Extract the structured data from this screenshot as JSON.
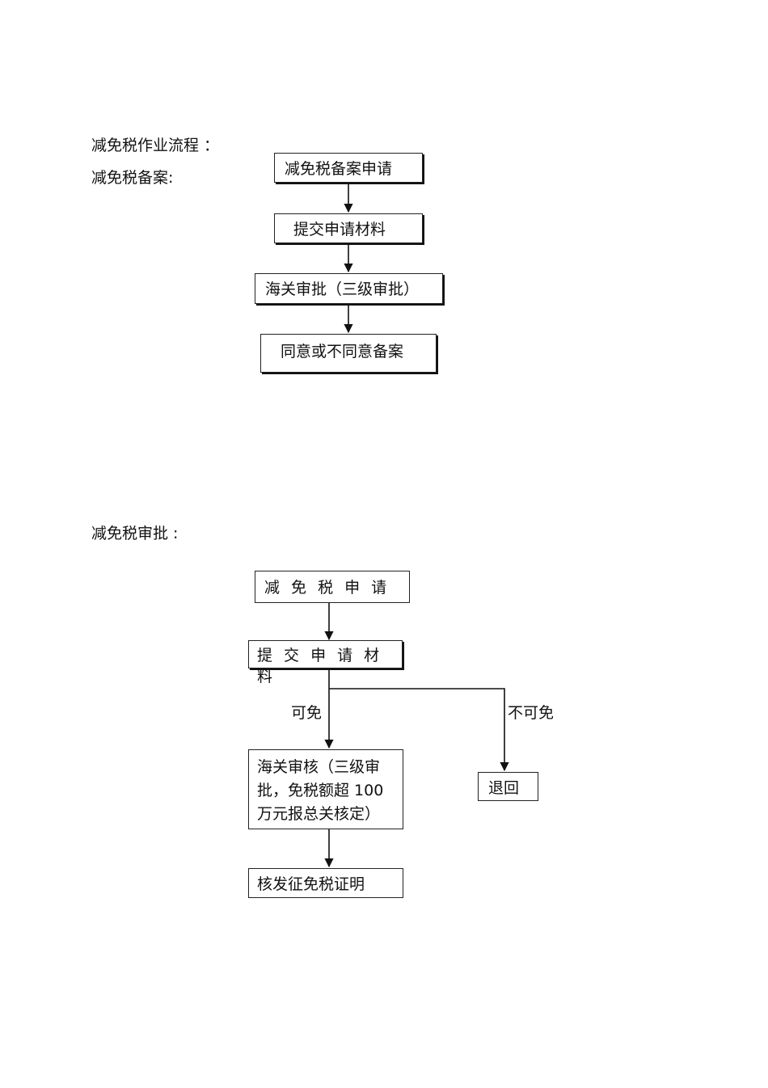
{
  "heading": "减免税作业流程 ：",
  "filing": {
    "label": "减免税备案:",
    "steps": [
      "减免税备案申请",
      "提交申请材料",
      "海关审批（三级审批）",
      "同意或不同意备案"
    ]
  },
  "approval": {
    "label": "减免税审批 :",
    "apply": "减 免 税 申 请",
    "submit": "提 交 申 请 材 料",
    "branch_yes": "可免",
    "branch_no": "不可免",
    "review": "海关审核（三级审批，免税额超 100 万元报总关核定）",
    "issue": "核发征免税证明",
    "reject": "退回"
  }
}
